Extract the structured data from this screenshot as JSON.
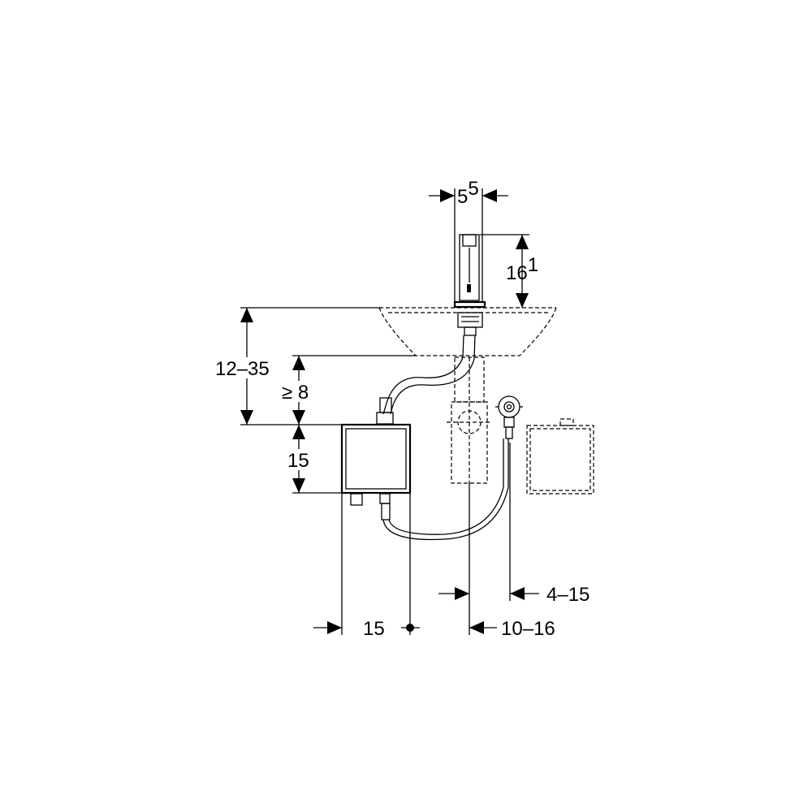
{
  "dimensions": {
    "spout_width": {
      "value": "5",
      "sup": "5"
    },
    "spout_height": {
      "value": "16",
      "sup": "1"
    },
    "mount_depth": "12–35",
    "min_clearance": "≥ 8",
    "box_height": "15",
    "box_width": "15",
    "drain_offset": "10–16",
    "valve_offset": "4–15"
  }
}
